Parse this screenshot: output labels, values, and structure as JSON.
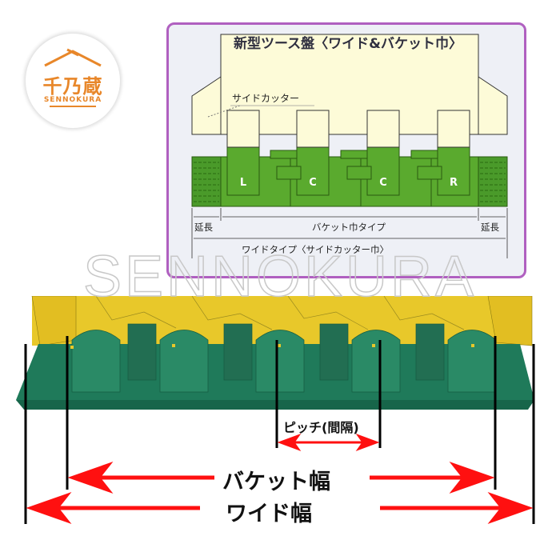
{
  "logo": {
    "kanji": "千乃蔵",
    "romaji": "SENNOKURA",
    "color": "#e8872a"
  },
  "diagram": {
    "title": "新型ツース盤〈ワイド&バケット巾〉",
    "side_cutter_label": "サイドカッター",
    "teeth": [
      "L",
      "C",
      "C",
      "R"
    ],
    "left_extension": "延長",
    "right_extension": "延長",
    "bucket_type_label": "バケット巾タイプ",
    "wide_type_label": "ワイドタイプ〈サイドカッター巾〉",
    "colors": {
      "frame": "#b060c0",
      "background": "#eef0f6",
      "bucket": "#fdfbd8",
      "tooth_plate": "#5aaa2e"
    }
  },
  "watermark": "SENNOKURA",
  "photo": {
    "pitch_label": "ピッチ(間隔)",
    "bucket_width_label": "バケット幅",
    "wide_width_label": "ワイド幅",
    "colors": {
      "bucket": "#e8c82a",
      "cast": "#1f7a5a",
      "arrow": "#ff1010"
    }
  }
}
